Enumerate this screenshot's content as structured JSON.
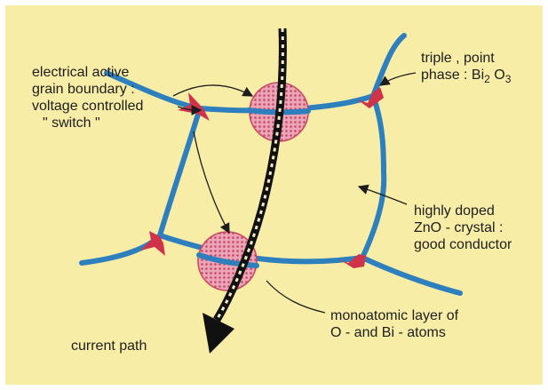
{
  "colors": {
    "background": "#f8eda7",
    "grain_boundary": "#2d7fbd",
    "triple_point": "#d0324a",
    "contact_zone": "#e9a0b0",
    "arrow": "#111111"
  },
  "labels": {
    "electrical_active": {
      "line1": "electrical active",
      "line2": "grain boundary :",
      "line3": "voltage controlled",
      "line4": "\" switch \""
    },
    "triple_point": {
      "line1": "triple , point",
      "line2_prefix": "phase : Bi",
      "sub1": "2",
      "mid": " O",
      "sub2": "3"
    },
    "doped": {
      "line1": "highly doped",
      "line2": "ZnO - crystal :",
      "line3": "good conductor"
    },
    "monoatomic": {
      "line1": "monoatomic layer of",
      "line2": "O - and Bi - atoms"
    },
    "current_path": "current path"
  },
  "icons": [
    "current-path-arrow",
    "contact-zone-marker",
    "triple-point-marker",
    "leader-arrow"
  ]
}
